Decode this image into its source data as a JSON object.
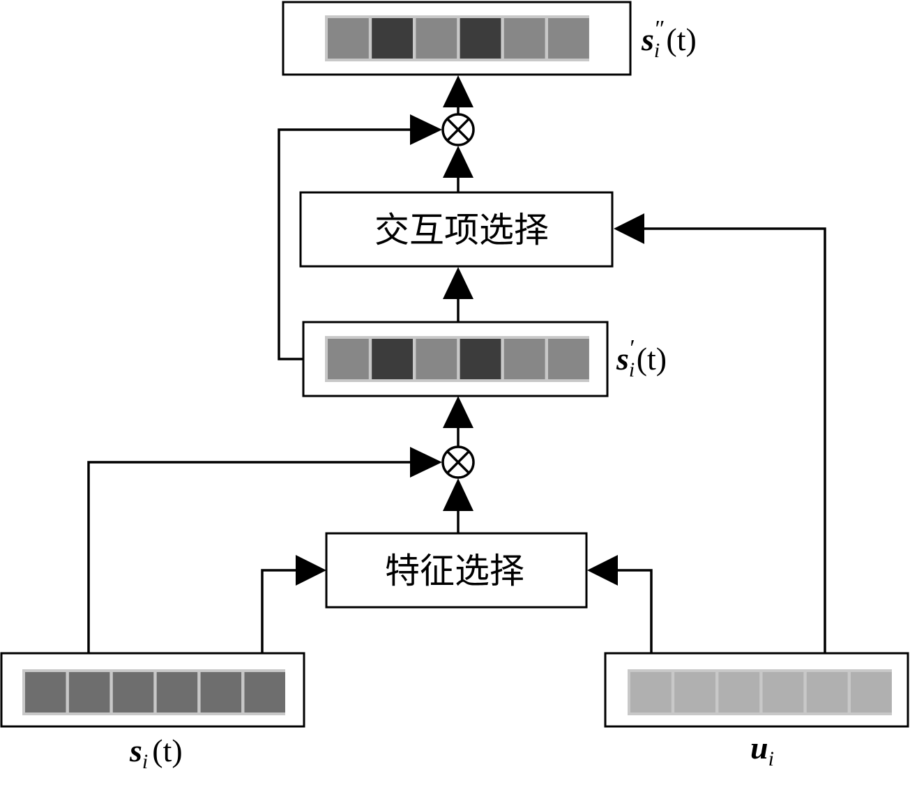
{
  "diagram": {
    "nodes": {
      "interaction_selection": {
        "label": "交互项选择"
      },
      "feature_selection": {
        "label": "特征选择"
      }
    },
    "vectors": {
      "s_double_prime": {
        "label_main": "s",
        "label_sub": "i",
        "label_prime": "″",
        "label_arg": "(t)",
        "cell_colors": [
          "#878787",
          "#3c3c3c",
          "#878787",
          "#3c3c3c",
          "#878787",
          "#878787"
        ]
      },
      "s_prime": {
        "label_main": "s",
        "label_sub": "i",
        "label_prime": "′",
        "label_arg": "(t)",
        "cell_colors": [
          "#878787",
          "#3c3c3c",
          "#878787",
          "#3c3c3c",
          "#878787",
          "#878787"
        ]
      },
      "s_input": {
        "label_main": "s",
        "label_sub": "i",
        "label_arg": "(t)",
        "cell_colors": [
          "#6e6e6e",
          "#6e6e6e",
          "#6e6e6e",
          "#6e6e6e",
          "#6e6e6e",
          "#6e6e6e"
        ]
      },
      "u_input": {
        "label_main": "u",
        "label_sub": "i",
        "cell_colors": [
          "#b0b0b0",
          "#b0b0b0",
          "#b0b0b0",
          "#b0b0b0",
          "#b0b0b0",
          "#b0b0b0"
        ]
      }
    },
    "operators": {
      "multiply_symbol": "⊗"
    }
  }
}
